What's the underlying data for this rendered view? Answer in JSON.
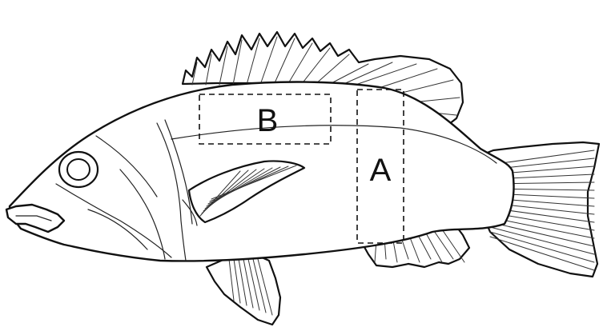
{
  "diagram": {
    "regions": [
      {
        "id": "A",
        "label": "A"
      },
      {
        "id": "B",
        "label": "B"
      }
    ],
    "colors": {
      "line": "#111111",
      "background": "#ffffff"
    }
  }
}
